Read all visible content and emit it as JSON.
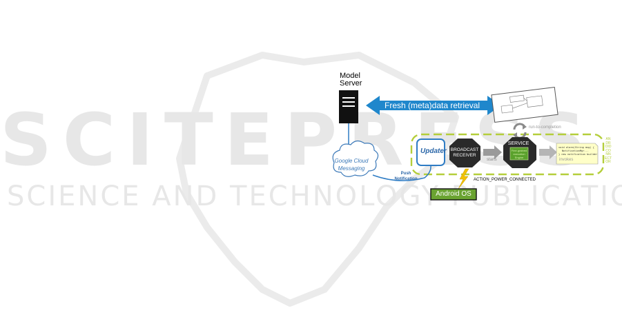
{
  "watermark": {
    "title": "SCITEPRESS",
    "subtitle": "SCIENCE AND TECHNOLOGY PUBLICATIONS"
  },
  "diagram": {
    "model_server": "Model Server",
    "banner": "Fresh (meta)data retrieval",
    "gcm": "Google Cloud Messaging",
    "push_notification": "Push Notification",
    "updater": "Updater",
    "broadcast_receiver": "BROADCAST RECEIVER",
    "service": "SERVICE",
    "service_inner": "Fine-grained execution Engine",
    "starts": "starts",
    "invokes": "invokes",
    "run_to_completion": "run-to-completion",
    "action_power": "ACTION_POWER_CONNECTED",
    "android_os": "Android OS",
    "connector": "ANDROID CONNECTOR",
    "code_lines": [
      "void alarm(String msg) {",
      "NotificationMgr...",
      "} new notification builder"
    ]
  },
  "colors": {
    "watermark": "#e7e7e7",
    "banner_blue": "#1f87cc",
    "link_blue": "#2a66a8",
    "connector_green": "#b4ce3a",
    "os_green": "#6aa331",
    "note_yellow": "#ffffc8",
    "bolt": "#f2c200"
  }
}
